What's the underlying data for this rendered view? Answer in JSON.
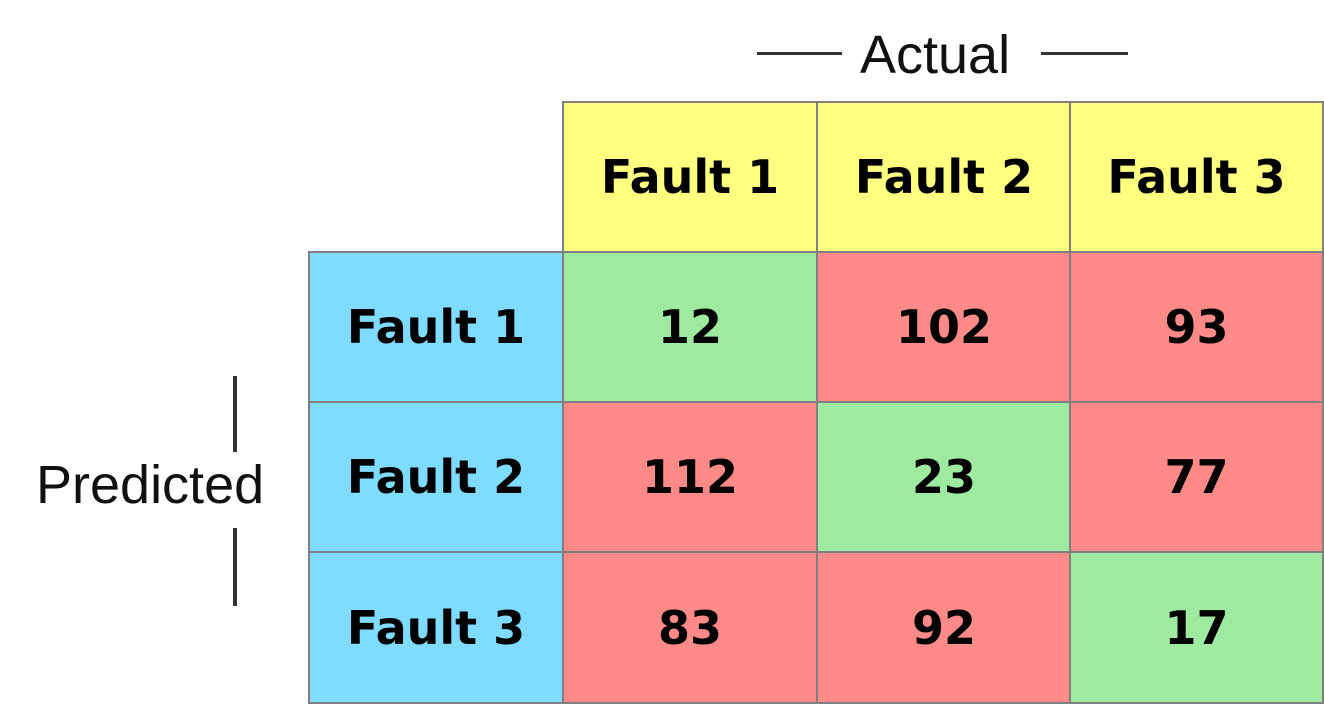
{
  "axes": {
    "actual_label": "Actual",
    "predicted_label": "Predicted"
  },
  "columns": [
    "Fault 1",
    "Fault 2",
    "Fault 3"
  ],
  "rows": [
    "Fault 1",
    "Fault 2",
    "Fault 3"
  ],
  "matrix": [
    [
      12,
      102,
      93
    ],
    [
      112,
      23,
      77
    ],
    [
      83,
      92,
      17
    ]
  ],
  "colors": {
    "header_actual": "#ffff80",
    "header_predicted": "#7fdbff",
    "correct": "#9eeaa0",
    "incorrect": "#ff8a88",
    "border": "#808080"
  }
}
